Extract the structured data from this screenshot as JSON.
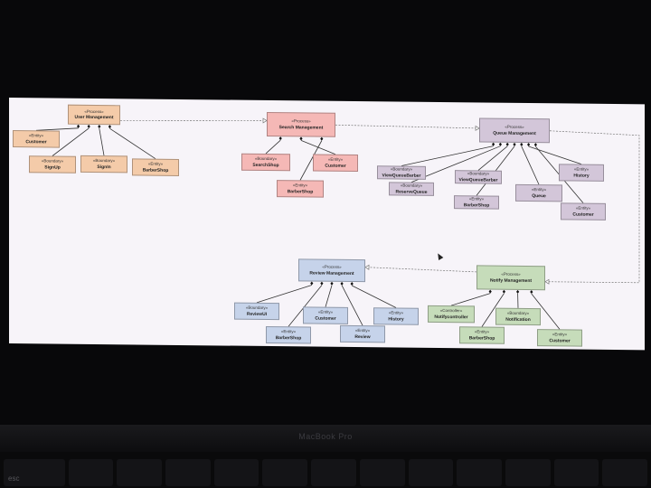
{
  "device": {
    "brand": "MacBook Pro",
    "esc_key": "esc"
  },
  "diagram": {
    "nodes": [
      {
        "id": "user_mgmt",
        "stereotype": "«Process»",
        "name": "User Management"
      },
      {
        "id": "um_customer",
        "stereotype": "«Entity»",
        "name": "Customer"
      },
      {
        "id": "um_signup",
        "stereotype": "«Boundary»",
        "name": "SignUp"
      },
      {
        "id": "um_signin",
        "stereotype": "«Boundary»",
        "name": "SignIn"
      },
      {
        "id": "um_barbershop",
        "stereotype": "«Entity»",
        "name": "BarberShop"
      },
      {
        "id": "search_mgmt",
        "stereotype": "«Process»",
        "name": "Search Management"
      },
      {
        "id": "sm_searchshop",
        "stereotype": "«Boundary»",
        "name": "SearchShop"
      },
      {
        "id": "sm_customer",
        "stereotype": "«Entity»",
        "name": "Customer"
      },
      {
        "id": "sm_barbershop",
        "stereotype": "«Entity»",
        "name": "BarberShop"
      },
      {
        "id": "queue_mgmt",
        "stereotype": "«Process»",
        "name": "Queue Management"
      },
      {
        "id": "qm_viewqueuebarber",
        "stereotype": "«Boundary»",
        "name": "ViewQueueBarber"
      },
      {
        "id": "qm_reservequeue",
        "stereotype": "«Boundary»",
        "name": "ReserveQueue"
      },
      {
        "id": "qm_viewqueuebarber2",
        "stereotype": "«Boundary»",
        "name": "ViewQueueBarber"
      },
      {
        "id": "qm_barbershop",
        "stereotype": "«Entity»",
        "name": "BarberShop"
      },
      {
        "id": "qm_queue",
        "stereotype": "«Entity»",
        "name": "Queue"
      },
      {
        "id": "qm_history",
        "stereotype": "«Entity»",
        "name": "History"
      },
      {
        "id": "qm_customer",
        "stereotype": "«Entity»",
        "name": "Customer"
      },
      {
        "id": "review_mgmt",
        "stereotype": "«Process»",
        "name": "Review Management"
      },
      {
        "id": "rm_reviewui",
        "stereotype": "«Boundary»",
        "name": "ReviewUI"
      },
      {
        "id": "rm_barbershop",
        "stereotype": "«Entity»",
        "name": "BarberShop"
      },
      {
        "id": "rm_customer",
        "stereotype": "«Entity»",
        "name": "Customer"
      },
      {
        "id": "rm_review",
        "stereotype": "«Entity»",
        "name": "Review"
      },
      {
        "id": "rm_history",
        "stereotype": "«Entity»",
        "name": "History"
      },
      {
        "id": "notify_mgmt",
        "stereotype": "«Process»",
        "name": "Notify Management"
      },
      {
        "id": "nm_notifycontroller",
        "stereotype": "«Controller»",
        "name": "Notifycontroller"
      },
      {
        "id": "nm_barbershop",
        "stereotype": "«Entity»",
        "name": "BarberShop"
      },
      {
        "id": "nm_notification",
        "stereotype": "«Boundary»",
        "name": "Notification"
      },
      {
        "id": "nm_customer",
        "stereotype": "«Entity»",
        "name": "Customer"
      }
    ],
    "compositions": [
      [
        "user_mgmt",
        "um_customer"
      ],
      [
        "user_mgmt",
        "um_signup"
      ],
      [
        "user_mgmt",
        "um_signin"
      ],
      [
        "user_mgmt",
        "um_barbershop"
      ],
      [
        "search_mgmt",
        "sm_searchshop"
      ],
      [
        "search_mgmt",
        "sm_customer"
      ],
      [
        "search_mgmt",
        "sm_barbershop"
      ],
      [
        "queue_mgmt",
        "qm_viewqueuebarber"
      ],
      [
        "queue_mgmt",
        "qm_reservequeue"
      ],
      [
        "queue_mgmt",
        "qm_viewqueuebarber2"
      ],
      [
        "queue_mgmt",
        "qm_barbershop"
      ],
      [
        "queue_mgmt",
        "qm_queue"
      ],
      [
        "queue_mgmt",
        "qm_history"
      ],
      [
        "queue_mgmt",
        "qm_customer"
      ],
      [
        "review_mgmt",
        "rm_reviewui"
      ],
      [
        "review_mgmt",
        "rm_barbershop"
      ],
      [
        "review_mgmt",
        "rm_customer"
      ],
      [
        "review_mgmt",
        "rm_review"
      ],
      [
        "review_mgmt",
        "rm_history"
      ],
      [
        "notify_mgmt",
        "nm_notifycontroller"
      ],
      [
        "notify_mgmt",
        "nm_barbershop"
      ],
      [
        "notify_mgmt",
        "nm_notification"
      ],
      [
        "notify_mgmt",
        "nm_customer"
      ]
    ],
    "dependencies": [
      [
        "user_mgmt",
        "search_mgmt"
      ],
      [
        "search_mgmt",
        "queue_mgmt"
      ],
      [
        "queue_mgmt",
        "notify_mgmt"
      ],
      [
        "notify_mgmt",
        "review_mgmt"
      ]
    ]
  }
}
